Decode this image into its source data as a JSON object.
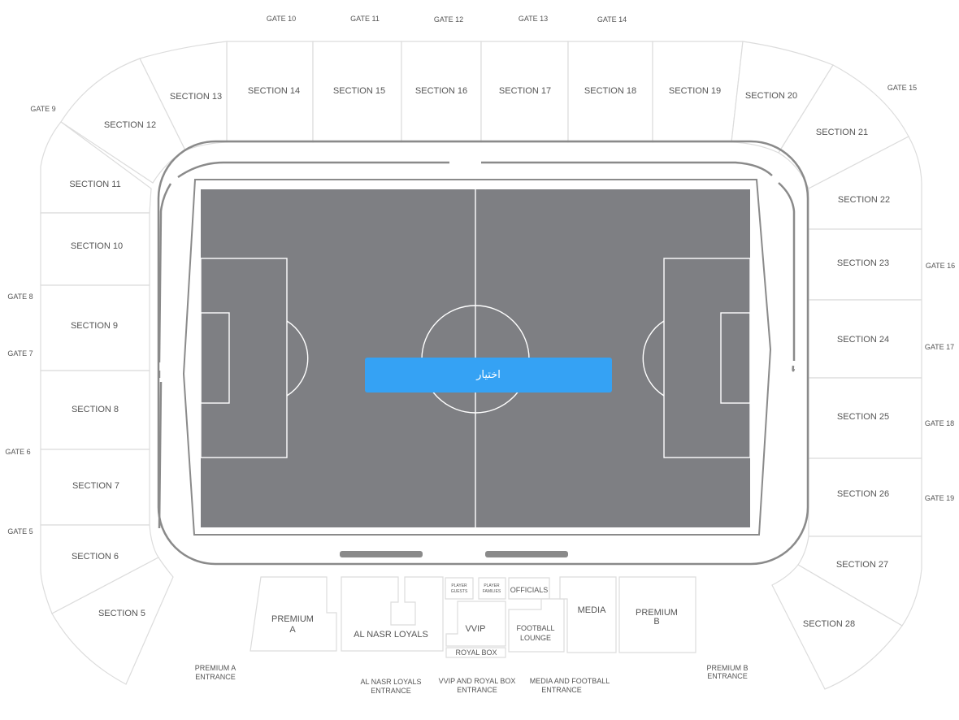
{
  "gates": {
    "g5": "GATE 5",
    "g6": "GATE 6",
    "g7": "GATE 7",
    "g8": "GATE 8",
    "g9": "GATE 9",
    "g10": "GATE 10",
    "g11": "GATE 11",
    "g12": "GATE 12",
    "g13": "GATE 13",
    "g14": "GATE 14",
    "g15": "GATE 15",
    "g16": "GATE 16",
    "g17": "GATE 17",
    "g18": "GATE 18",
    "g19": "GATE 19"
  },
  "sections": {
    "s5": "SECTION 5",
    "s6": "SECTION 6",
    "s7": "SECTION 7",
    "s8": "SECTION 8",
    "s9": "SECTION 9",
    "s10": "SECTION 10",
    "s11": "SECTION 11",
    "s12": "SECTION 12",
    "s13": "SECTION 13",
    "s14": "SECTION 14",
    "s15": "SECTION 15",
    "s16": "SECTION 16",
    "s17": "SECTION 17",
    "s18": "SECTION 18",
    "s19": "SECTION 19",
    "s20": "SECTION 20",
    "s21": "SECTION 21",
    "s22": "SECTION 22",
    "s23": "SECTION 23",
    "s24": "SECTION 24",
    "s25": "SECTION 25",
    "s26": "SECTION 26",
    "s27": "SECTION 27",
    "s28": "SECTION 28"
  },
  "boxes": {
    "premium_a_1": "PREMIUM",
    "premium_a_2": "A",
    "al_nasr_loyals": "AL NASR LOYALS",
    "player_guests_1": "PLAYER",
    "player_guests_2": "GUESTS",
    "player_families_1": "PLAYER",
    "player_families_2": "FAMILIES",
    "officials": "OFFICIALS",
    "vvip": "VVIP",
    "royal_box": "ROYAL BOX",
    "football_lounge_1": "FOOTBALL",
    "football_lounge_2": "LOUNGE",
    "media": "MEDIA",
    "premium_b_1": "PREMIUM",
    "premium_b_2": "B"
  },
  "entrances": {
    "premium_a_1": "PREMIUM A",
    "premium_a_2": "ENTRANCE",
    "al_nasr_1": "AL NASR LOYALS",
    "al_nasr_2": "ENTRANCE",
    "vvip_1": "VVIP AND ROYAL BOX",
    "vvip_2": "ENTRANCE",
    "media_1": "MEDIA AND FOOTBALL",
    "media_2": "ENTRANCE",
    "premium_b_1": "PREMIUM B",
    "premium_b_2": "ENTRANCE"
  },
  "select_button": "اختيار",
  "colors": {
    "pitch": "#7e7f83",
    "button": "#35a2f4",
    "ring": "#8a8a8a",
    "section_stroke": "#dcdcdc"
  }
}
